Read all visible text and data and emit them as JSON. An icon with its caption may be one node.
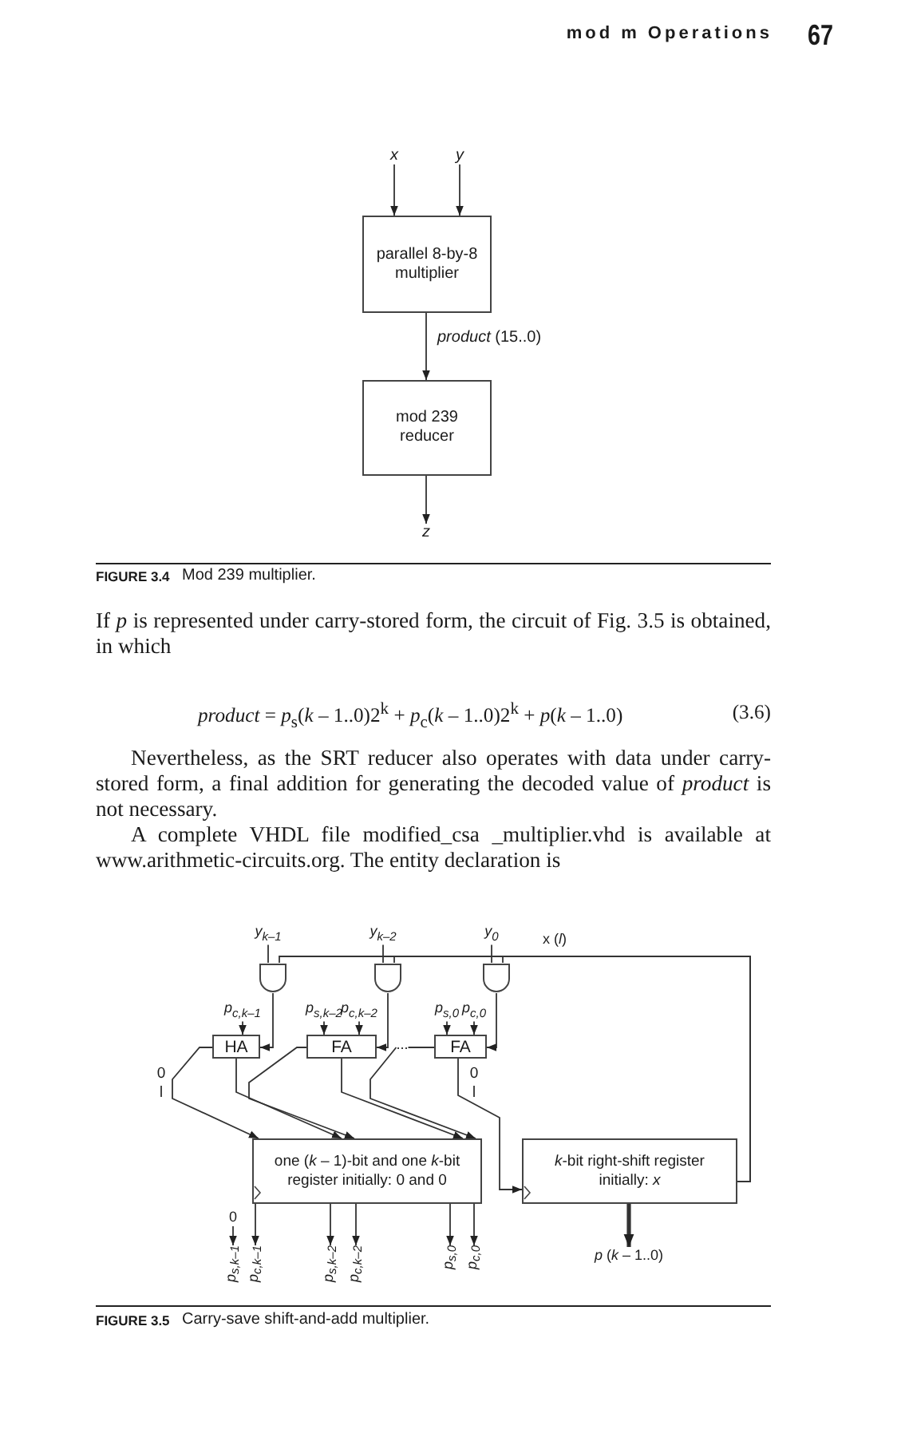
{
  "diagram": {
    "nodes": [
      {
        "text": [
          "x"
        ]
      },
      {
        "text": [
          "y"
        ]
      },
      {
        "text": [
          "parallel 8-by-8 multiplier"
        ]
      },
      {
        "text": [
          "mod 239 reducer"
        ]
      },
      {
        "text": [
          "z"
        ]
      },
      {
        "text": [
          "y$_{k–1}$"
        ]
      },
      {
        "text": [
          "y$_{k–2}$"
        ]
      },
      {
        "text": [
          "y$_{0}$"
        ]
      },
      {
        "text": [],
        "shape": "gate"
      },
      {
        "text": [],
        "shape": "gate"
      },
      {
        "text": [],
        "shape": "gate"
      },
      {
        "text": [
          "p$_{c,k–1}$"
        ]
      },
      {
        "text": [
          "p$_{s,k–2}$"
        ]
      },
      {
        "text": [
          "p$_{c,k–2}$"
        ]
      },
      {
        "text": [
          "p$_{s,0}$"
        ]
      },
      {
        "text": [
          "p$_{c,0}$"
        ]
      },
      {
        "text": [
          "HA"
        ]
      },
      {
        "text": [
          "FA"
        ]
      },
      {
        "text": [
          "..."
        ]
      },
      {
        "text": [
          "FA"
        ]
      },
      {
        "text": [
          "one (*k* – 1)-bit and one *k*-bit register initially: 0 and 0"
        ]
      },
      {
        "text": [
          "*k*-bit right-shift register initially: *x*"
        ]
      },
      {
        "text": [
          "0"
        ]
      },
      {
        "text": [
          "p$_{s,k–1}$"
        ]
      },
      {
        "text": [
          "p$_{c,k–1}$"
        ]
      },
      {
        "text": [
          "p$_{s,k–2}$"
        ]
      },
      {
        "text": [
          "p$_{c,k–2}$"
        ]
      },
      {
        "text": [
          "p$_{s,0}$"
        ]
      },
      {
        "text": [
          "p$_{c,0}$"
        ]
      },
      {
        "text": [
          "*p* (*k* – 1..0)"
        ]
      }
    ],
    "edges": [
      {
        "from": 0,
        "to": 2,
        "arrow": "to"
      },
      {
        "from": 1,
        "to": 2,
        "arrow": "to"
      },
      {
        "from": 2,
        "to": 3,
        "arrow": "to",
        "label": "*product* (15..0)"
      },
      {
        "from": 3,
        "to": 4,
        "arrow": "to"
      },
      {
        "from": 5,
        "to": 8,
        "arrow": "none"
      },
      {
        "from": 6,
        "to": 9,
        "arrow": "none"
      },
      {
        "from": 7,
        "to": 10,
        "arrow": "none"
      },
      {
        "from": 21,
        "to": 8,
        "arrow": "none",
        "label": "x (*l*)"
      },
      {
        "from": 21,
        "to": 9,
        "arrow": "none"
      },
      {
        "from": 21,
        "to": 10,
        "arrow": "none"
      },
      {
        "from": 8,
        "to": 16,
        "arrow": "to"
      },
      {
        "from": 9,
        "to": 17,
        "arrow": "to"
      },
      {
        "from": 10,
        "to": 19,
        "arrow": "to"
      },
      {
        "from": 11,
        "to": 16,
        "arrow": "to"
      },
      {
        "from": 12,
        "to": 17,
        "arrow": "to"
      },
      {
        "from": 13,
        "to": 17,
        "arrow": "to"
      },
      {
        "from": 14,
        "to": 19,
        "arrow": "to"
      },
      {
        "from": 15,
        "to": 19,
        "arrow": "to"
      },
      {
        "from": 16,
        "to": 20,
        "arrow": "to"
      },
      {
        "from": 16,
        "to": 20,
        "arrow": "to"
      },
      {
        "from": 17,
        "to": 20,
        "arrow": "to"
      },
      {
        "from": 17,
        "to": 20,
        "arrow": "to"
      },
      {
        "from": 19,
        "to": 18,
        "arrow": "none"
      },
      {
        "from": 18,
        "to": 20,
        "arrow": "to"
      },
      {
        "from": 19,
        "to": 21,
        "arrow": "to"
      },
      {
        "from": 22,
        "to": 23,
        "arrow": "to"
      },
      {
        "from": 20,
        "to": 24,
        "arrow": "to"
      },
      {
        "from": 20,
        "to": 25,
        "arrow": "to"
      },
      {
        "from": 20,
        "to": 26,
        "arrow": "to"
      },
      {
        "from": 20,
        "to": 27,
        "arrow": "to"
      },
      {
        "from": 20,
        "to": 28,
        "arrow": "to"
      },
      {
        "from": 21,
        "to": 29,
        "arrow": "to",
        "style": "thick"
      }
    ],
    "labels": [
      "mod m Operations",
      "67",
      "FIGURE 3.4",
      "Mod 239 multiplier.",
      "If *p* is represented under carry-stored form, the circuit of Fig. 3.5 is obtained, in which",
      "*product* = *p*$_{s}$(*k* – 1..0)2$^{k}$ + *p*$_{c}$(*k* – 1..0)2$^{k}$ + *p*(*k* – 1..0)",
      "(3.6)",
      "Nevertheless, as the SRT reducer also operates with data under carry-stored form, a final addition for generating the decoded value of *product* is not necessary.",
      "A complete VHDL file modified_csa _multiplier.vhd is available at www.arithmetic-circuits.org. The entity declaration is",
      "0",
      "0",
      "FIGURE 3.5",
      "Carry-save shift-and-add multiplier."
    ]
  }
}
